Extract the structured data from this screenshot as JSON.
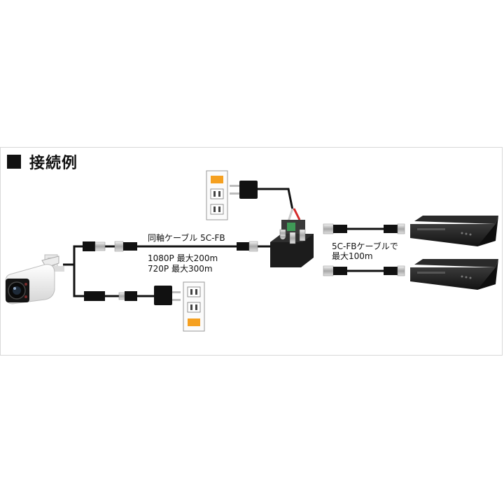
{
  "heading": {
    "title": "接続例"
  },
  "labels": {
    "coax_cable": "同軸ケーブル 5C-FB",
    "range_1080p": "1080P 最大200m",
    "range_720p": "720P 最大300m",
    "output_cable_line1": "5C-FBケーブルで",
    "output_cable_line2": "最大100m"
  },
  "colors": {
    "accent_orange": "#f5a020",
    "cable": "#111111",
    "device_body": "#1c1c1c"
  },
  "icons": [
    "camera-icon",
    "bnc-connector-icon",
    "power-plug-icon",
    "wall-outlet-icon",
    "video-distributor-icon",
    "recorder-icon"
  ]
}
